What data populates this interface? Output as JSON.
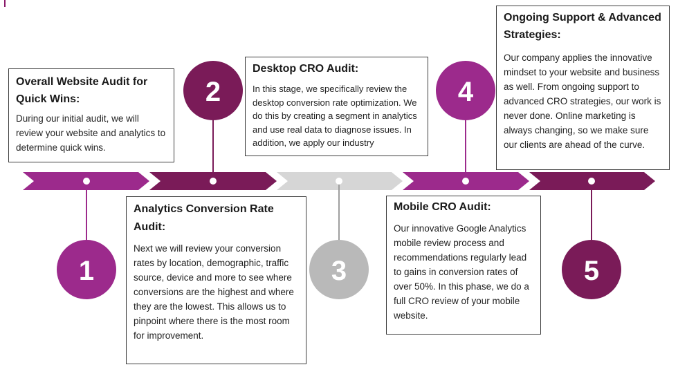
{
  "colors": {
    "stage1": "#9c2a8c",
    "stage2": "#7a1b58",
    "stage3": "#b9b9b9",
    "stage4": "#9c2a8c",
    "stage5": "#7a1b58",
    "stage3_arrow": "#d6d6d6",
    "edge_mark": "#8a1a6a"
  },
  "stages": [
    {
      "number": "1",
      "title": "Overall Website Audit for Quick Wins:",
      "body": "During our initial audit, we will review your website and analytics to determine quick wins."
    },
    {
      "number": "2",
      "title": "Analytics Conversion Rate Audit:",
      "body": "Next we will review your conversion rates by location, demographic, traffic source, device and more to see where conversions are the highest and where they are the lowest.  This allows us to pinpoint where there is the most room for improvement."
    },
    {
      "number": "3",
      "title": "Desktop CRO Audit:",
      "body": "In this stage, we specifically review the desktop conversion rate optimization. We do this by creating a segment in analytics and use real data to diagnose issues. In addition, we apply our industry"
    },
    {
      "number": "4",
      "title": "Mobile CRO Audit:",
      "body": "Our innovative Google Analytics mobile review process and recommendations regularly lead to gains in conversion rates of over 50%.  In this phase,  we do a full CRO review of your mobile website."
    },
    {
      "number": "5",
      "title": "Ongoing Support & Advanced Strategies:",
      "body": "Our company applies the innovative mindset to your website and business as well. From ongoing support to advanced CRO strategies, our work is never done. Online marketing is always changing, so we make sure our clients are ahead of the curve."
    }
  ]
}
